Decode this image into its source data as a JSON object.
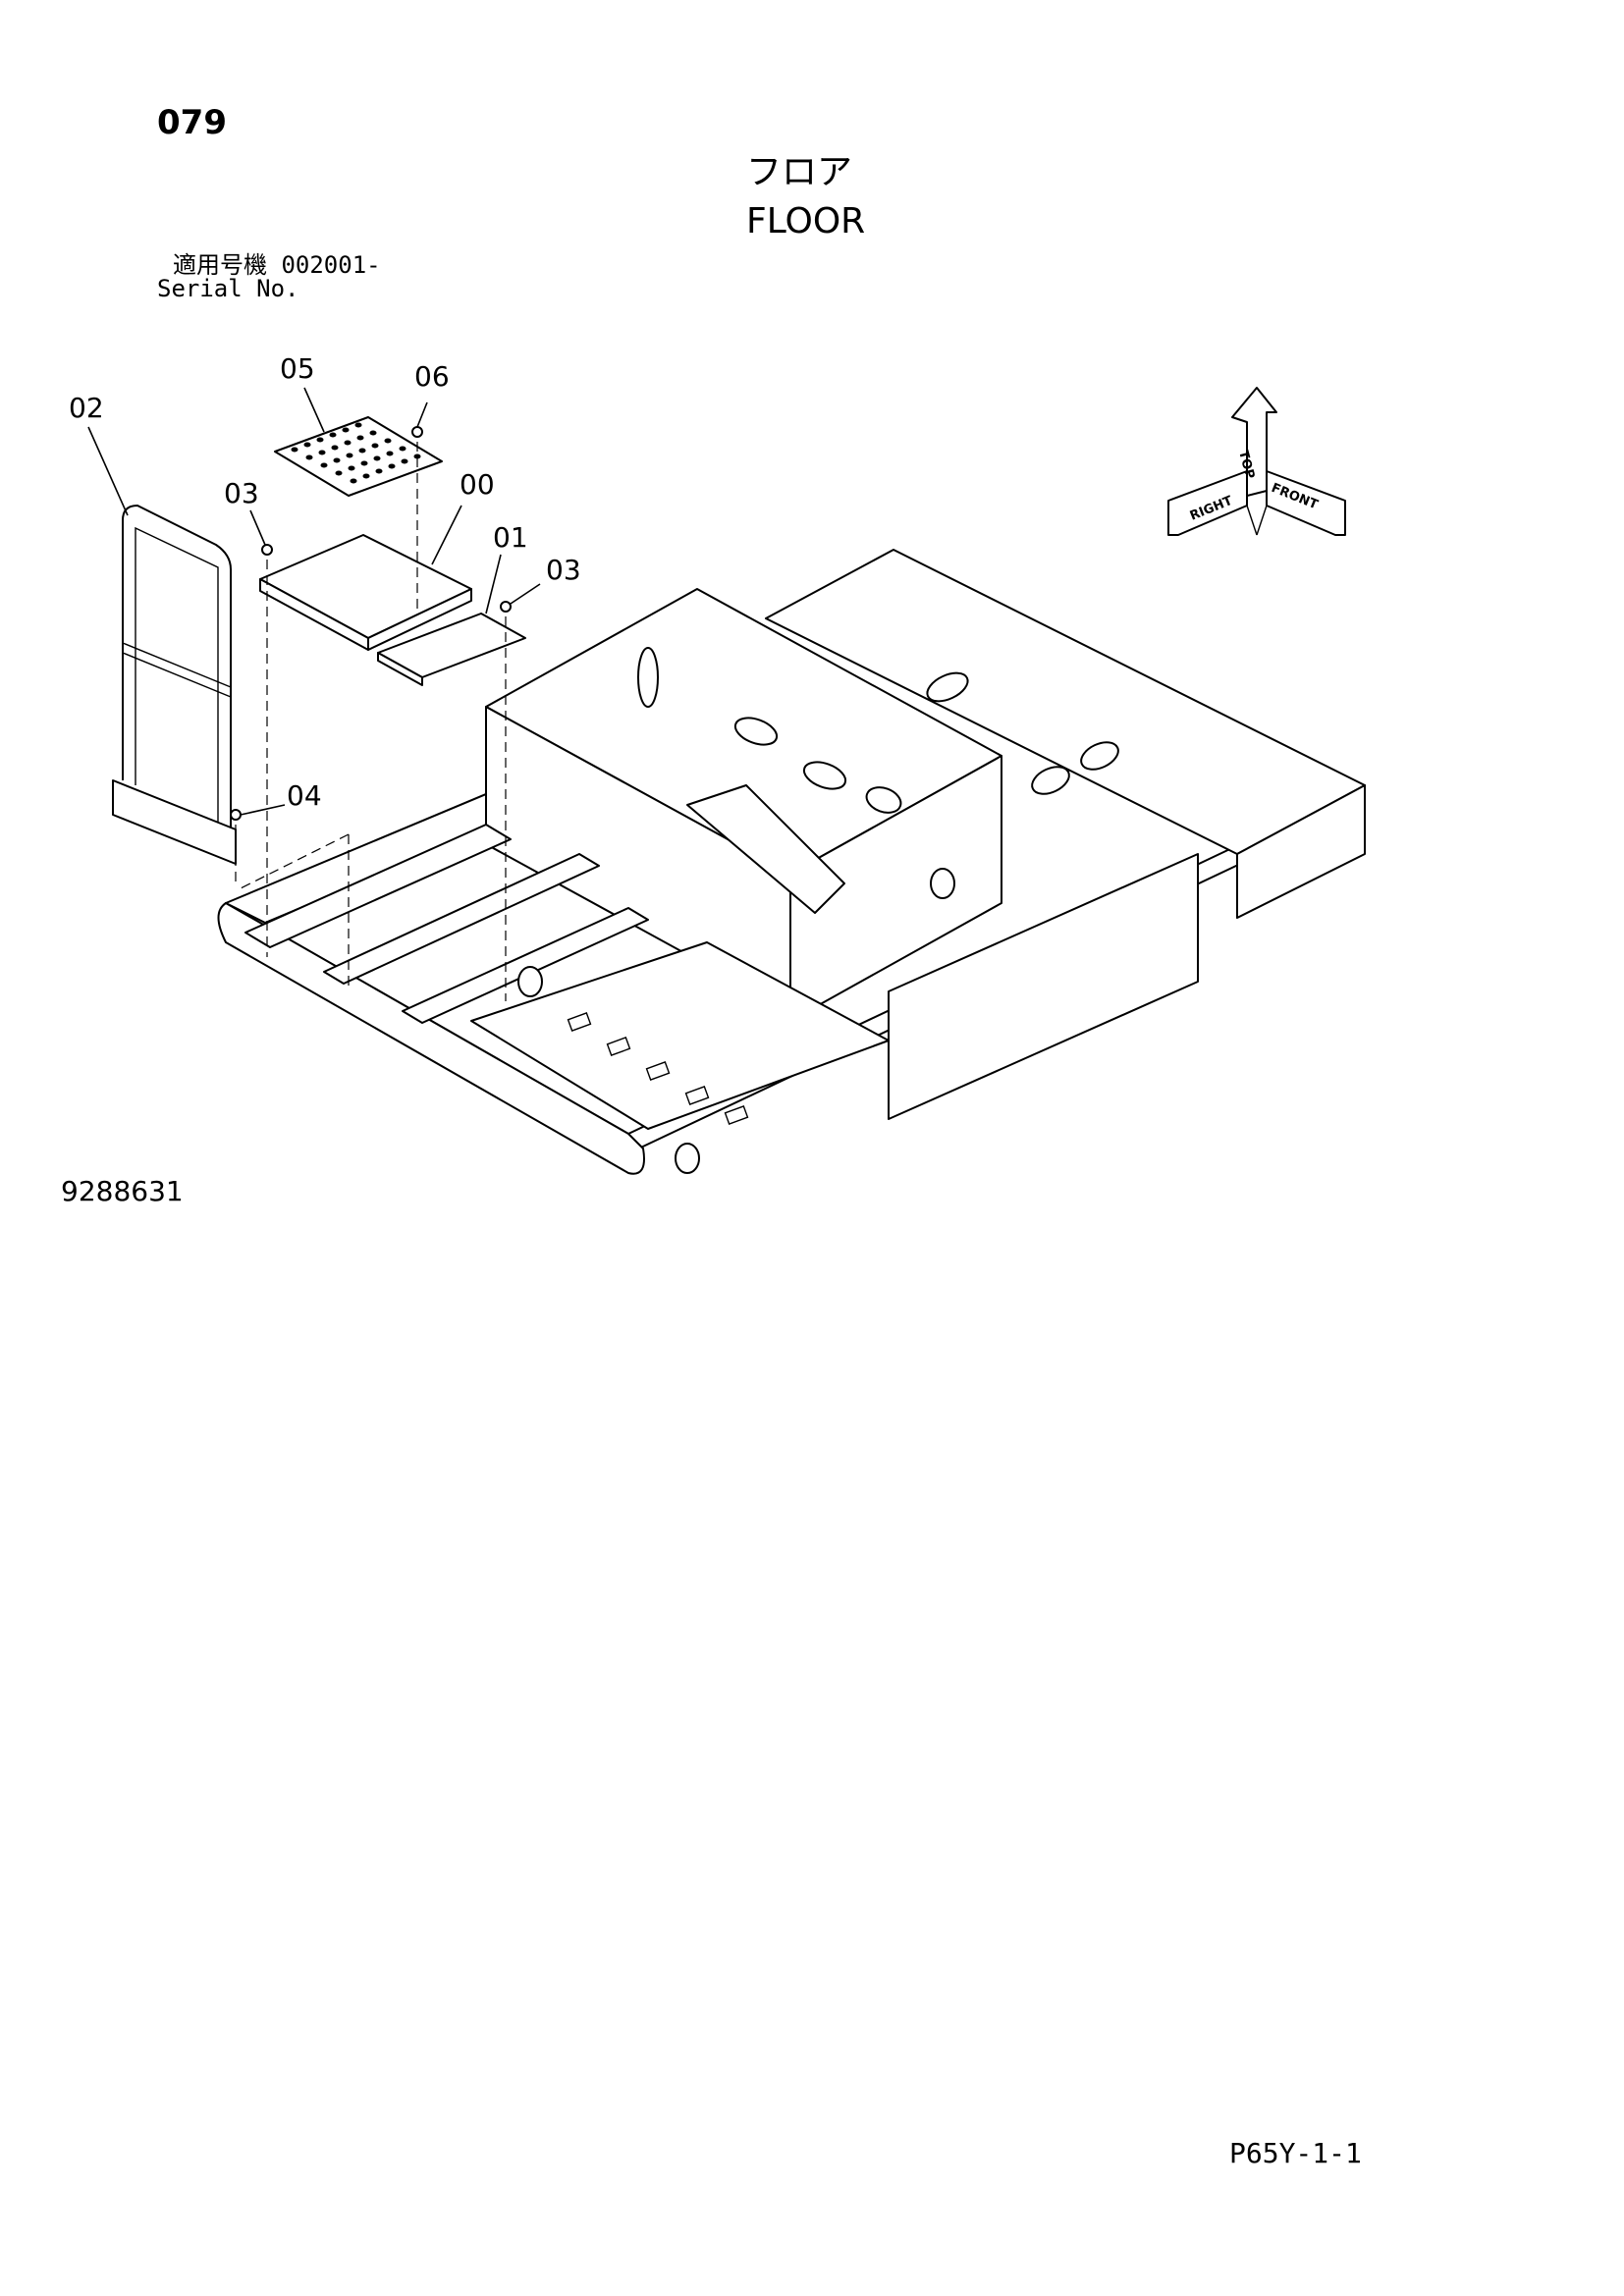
{
  "header": {
    "page_number": "079",
    "title_ja": "フロア",
    "title_en": "FLOOR",
    "serial_label_ja": "適用号機  002001-",
    "serial_label_en": "Serial No."
  },
  "callouts": {
    "part_00": "00",
    "part_01": "01",
    "part_02": "02",
    "part_03_a": "03",
    "part_03_b": "03",
    "part_04": "04",
    "part_05": "05",
    "part_06": "06"
  },
  "orientation_cube": {
    "top": "TOP",
    "right": "RIGHT",
    "front": "FRONT"
  },
  "footer": {
    "figure_number": "9288631",
    "page_code": "P65Y-1-1"
  }
}
